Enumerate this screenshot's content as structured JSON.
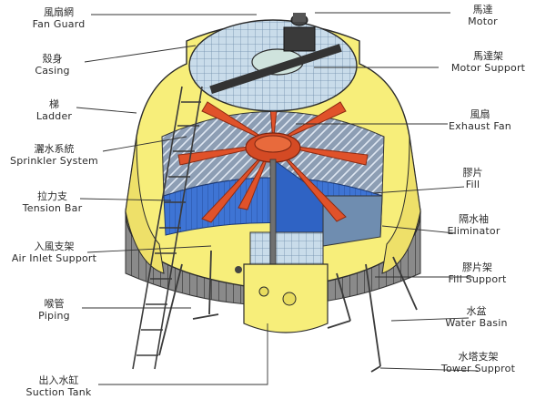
{
  "labels": {
    "left": [
      {
        "zh": "風扇網",
        "en": "Fan Guard"
      },
      {
        "zh": "殼身",
        "en": "Casing"
      },
      {
        "zh": "梯",
        "en": "Ladder"
      },
      {
        "zh": "灑水系統",
        "en": "Sprinkler System"
      },
      {
        "zh": "拉力支",
        "en": "Tension Bar"
      },
      {
        "zh": "入風支架",
        "en": "Air Inlet Support"
      },
      {
        "zh": "喉管",
        "en": "Piping"
      },
      {
        "zh": "出入水缸",
        "en": "Suction Tank"
      }
    ],
    "right": [
      {
        "zh": "馬達",
        "en": "Motor"
      },
      {
        "zh": "馬達架",
        "en": "Motor Support"
      },
      {
        "zh": "風扇",
        "en": "Exhaust Fan"
      },
      {
        "zh": "膠片",
        "en": "Fill"
      },
      {
        "zh": "隔水袖",
        "en": "Eliminator"
      },
      {
        "zh": "膠片架",
        "en": "Fill Support"
      },
      {
        "zh": "水盆",
        "en": "Water Basin"
      },
      {
        "zh": "水塔支架",
        "en": "Tower Supprot"
      }
    ]
  },
  "colors": {
    "casing": "#f7ee7a",
    "fill": "#3a6fd0",
    "fan": "#e0522a",
    "grid": "#b9d3e6",
    "leader": "#333333"
  }
}
